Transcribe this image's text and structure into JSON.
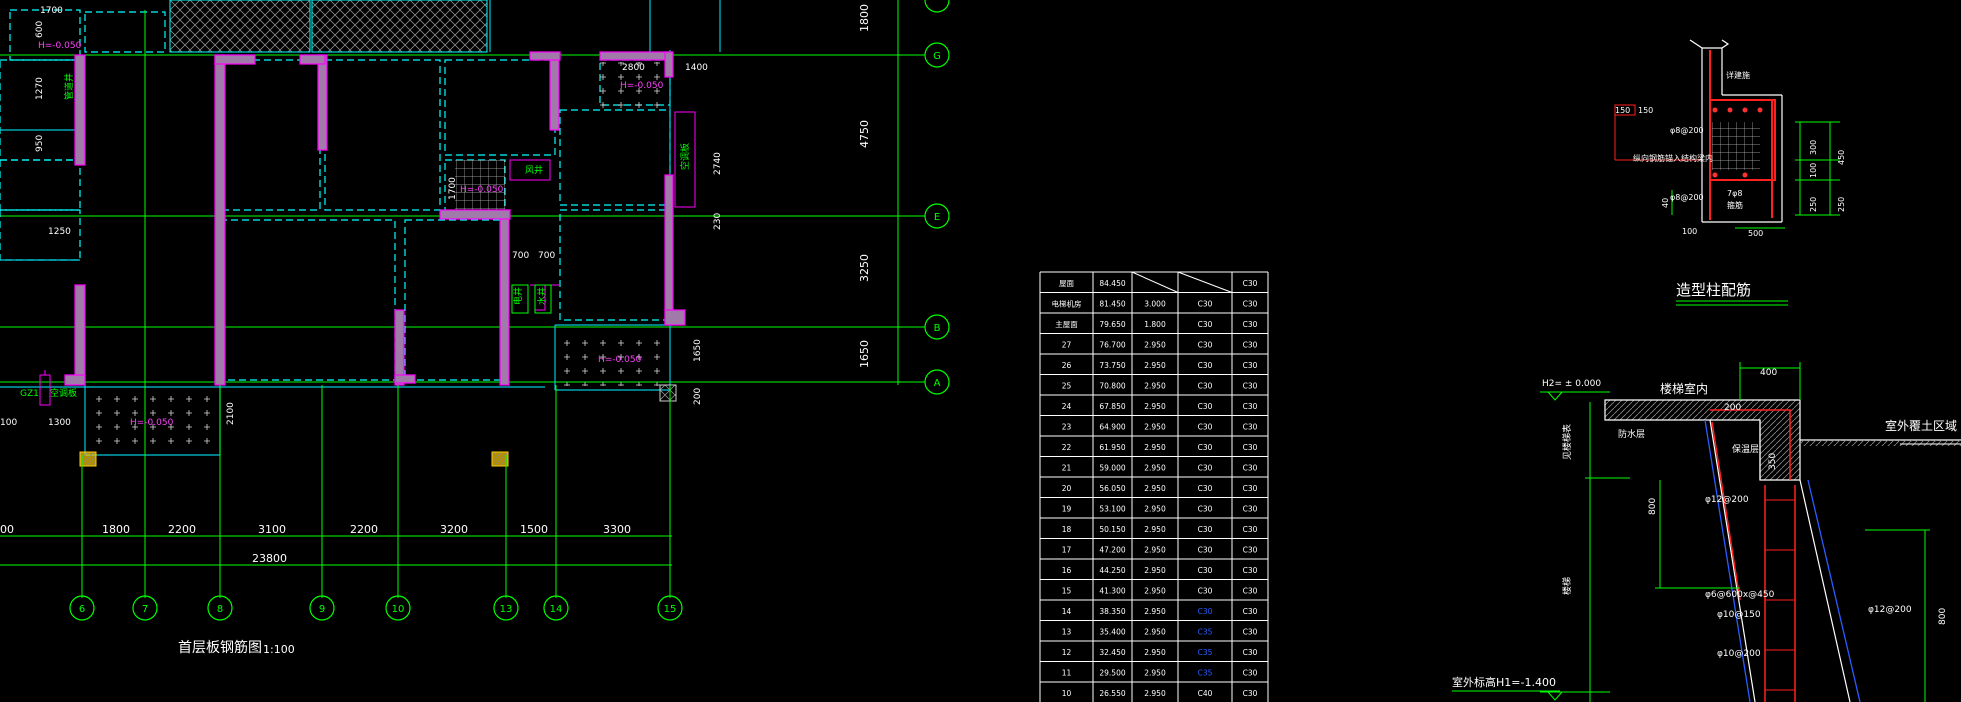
{
  "colors": {
    "background": "#000000",
    "axis_green": "#00ff00",
    "wall_magenta": "#ff00ff",
    "dashed_cyan": "#00ffff",
    "wall_fill": "#a07aa8",
    "text_white": "#ffffff",
    "rebar_red": "#ff2020",
    "hatch_gray": "#8a8a8a",
    "concrete_blue": "#2a5cff",
    "hatch_yellow": "#ffcc00"
  },
  "plan": {
    "title": "首层板钢筋图",
    "scale": "1:100",
    "right_dims": [
      "1800",
      "4750",
      "3250",
      "1650"
    ],
    "right_axes": [
      "G",
      "E",
      "B",
      "A"
    ],
    "bottom_dims": [
      "00",
      "1800",
      "2200",
      "3100",
      "2200",
      "3200",
      "1500",
      "3300"
    ],
    "total_dim": "23800",
    "bottom_axes": [
      "6",
      "7",
      "8",
      "9",
      "10",
      "13",
      "14",
      "15"
    ],
    "notes": {
      "elev_1": "H=-0.050",
      "elev_2": "H=-0.050",
      "elev_3": "H=-0.050",
      "elev_4": "H=-0.050",
      "elev_5": "H=-0.050",
      "dim_1700_top": "1700",
      "dim_600": "600",
      "dim_1270": "1270",
      "dim_950": "950",
      "dim_1250": "1250",
      "dim_2800": "2800",
      "dim_1400": "1400",
      "dim_2740": "2740",
      "dim_230": "230",
      "dim_1700_mid": "1700",
      "dim_700a": "700",
      "dim_700b": "700",
      "dim_1650v": "1650",
      "dim_200v": "200",
      "dim_2100v": "2100",
      "dim_1300": "1300",
      "dim_100": "100",
      "gz1": "GZ1",
      "label_a": "管道井",
      "label_b": "空调板",
      "label_c": "风井",
      "label_d": "电井",
      "label_e": "水井",
      "label_f": "空调板"
    }
  },
  "table": {
    "header": [
      "屋面",
      "84.450",
      "",
      "",
      "C30"
    ],
    "rows": [
      [
        "电梯机房",
        "81.450",
        "3.000",
        "C30",
        "C30"
      ],
      [
        "主屋面",
        "79.650",
        "1.800",
        "C30",
        "C30"
      ],
      [
        "27",
        "76.700",
        "2.950",
        "C30",
        "C30"
      ],
      [
        "26",
        "73.750",
        "2.950",
        "C30",
        "C30"
      ],
      [
        "25",
        "70.800",
        "2.950",
        "C30",
        "C30"
      ],
      [
        "24",
        "67.850",
        "2.950",
        "C30",
        "C30"
      ],
      [
        "23",
        "64.900",
        "2.950",
        "C30",
        "C30"
      ],
      [
        "22",
        "61.950",
        "2.950",
        "C30",
        "C30"
      ],
      [
        "21",
        "59.000",
        "2.950",
        "C30",
        "C30"
      ],
      [
        "20",
        "56.050",
        "2.950",
        "C30",
        "C30"
      ],
      [
        "19",
        "53.100",
        "2.950",
        "C30",
        "C30"
      ],
      [
        "18",
        "50.150",
        "2.950",
        "C30",
        "C30"
      ],
      [
        "17",
        "47.200",
        "2.950",
        "C30",
        "C30"
      ],
      [
        "16",
        "44.250",
        "2.950",
        "C30",
        "C30"
      ],
      [
        "15",
        "41.300",
        "2.950",
        "C30",
        "C30"
      ],
      [
        "14",
        "38.350",
        "2.950",
        "C30",
        "C30"
      ],
      [
        "13",
        "35.400",
        "2.950",
        "C35",
        "C30"
      ],
      [
        "12",
        "32.450",
        "2.950",
        "C35",
        "C30"
      ],
      [
        "11",
        "29.500",
        "2.950",
        "C35",
        "C30"
      ],
      [
        "10",
        "26.550",
        "2.950",
        "C40",
        "C30"
      ]
    ],
    "blue_rows": [
      16,
      17,
      18,
      19
    ]
  },
  "detail_column": {
    "title": "造型柱配筋",
    "labels": {
      "top_note": "详建施",
      "rebar_1": "φ8@200",
      "rebar_2": "φ8@200",
      "rebar_3": "7φ8",
      "rebar_4": "箍筋",
      "note_1": "纵向钢筋锚入结构梁内",
      "left_dim_150a": "150",
      "left_dim_150b": "150",
      "left_dim_40": "40",
      "dim_100": "100",
      "dim_500": "500",
      "dim_300": "300",
      "dim_450": "450",
      "dim_100b": "100",
      "dim_250a": "250",
      "dim_250b": "250"
    }
  },
  "detail_wall": {
    "labels": {
      "top_level": "H2=  ± 0.000",
      "dim_400": "400",
      "room_label": "楼梯室内",
      "outside_label": "室外覆土区域",
      "dim_200": "200",
      "label_a": "防水层",
      "label_b": "保温层",
      "dim_350": "350",
      "dim_800": "800",
      "rebar_1": "φ12@200",
      "rebar_2": "φ6@600x@450",
      "rebar_3": "φ10@150",
      "rebar_4": "φ10@200",
      "rebar_5": "φ12@200",
      "left_v1": "见楼梯表",
      "left_v2": "楼梯",
      "bottom_level": "室外标高H1=-1.400",
      "dim_right_800": "800"
    }
  }
}
